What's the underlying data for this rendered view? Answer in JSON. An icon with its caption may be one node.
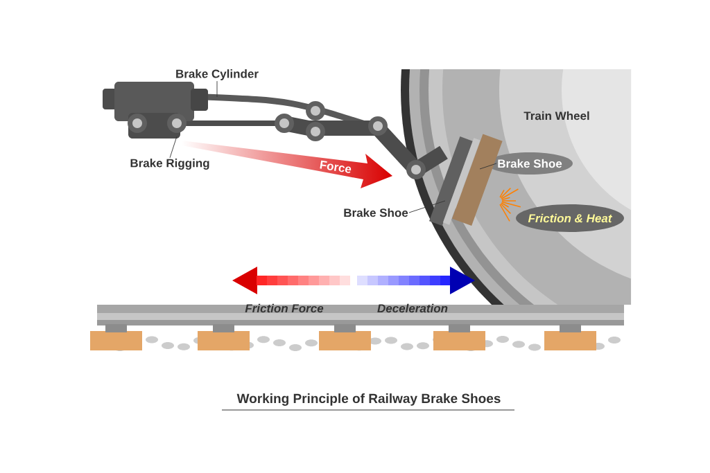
{
  "diagram": {
    "title": "Working Principle of Railway Brake Shoes",
    "nodes": [
      {
        "text": [
          "Brake Cylinder"
        ]
      },
      {
        "text": [
          "Brake Rigging"
        ]
      },
      {
        "text": [
          "Brake Shoe"
        ]
      },
      {
        "text": [
          "Brake Shoe"
        ]
      }
    ],
    "edges": [
      {
        "from": 0,
        "to": null,
        "arrow": "none"
      },
      {
        "from": 1,
        "to": null,
        "arrow": "none"
      },
      {
        "from": 2,
        "to": null,
        "arrow": "none"
      },
      {
        "from": 3,
        "to": null,
        "arrow": "none"
      }
    ],
    "labels": [
      "Train Wheel",
      "Force",
      "Friction & Heat",
      "Friction Force",
      "Deceleration"
    ]
  }
}
